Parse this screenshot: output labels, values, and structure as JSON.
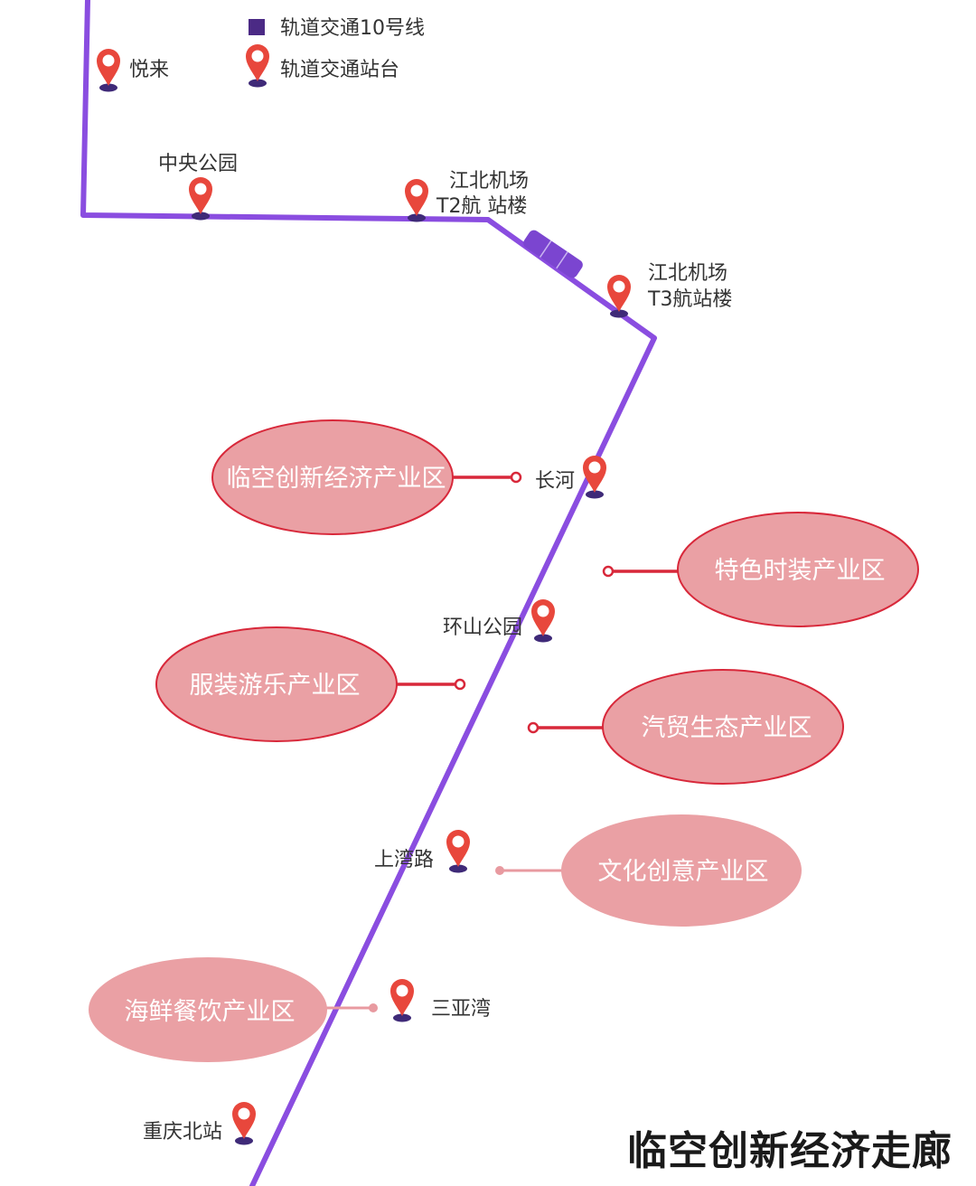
{
  "legend": {
    "line_label": "轨道交通10号线",
    "station_label": "轨道交通站台"
  },
  "title": "临空创新经济走廊",
  "colors": {
    "line": "#8a4de0",
    "legend_square": "#4b2a85",
    "pin": "#e8473c",
    "pin_base": "#3f2a78",
    "zone_fill": "#eaa0a4",
    "zone_border": "#d8283a",
    "connector": "#d8283a",
    "connector_light": "#e89aa0"
  },
  "stations": [
    {
      "id": "yuelai",
      "lines": [
        "悦来"
      ]
    },
    {
      "id": "zhongyang",
      "lines": [
        "中央公园"
      ]
    },
    {
      "id": "t2",
      "lines": [
        "江北机场",
        "T2航 站楼"
      ]
    },
    {
      "id": "t3",
      "lines": [
        "江北机场",
        "T3航站楼"
      ]
    },
    {
      "id": "changhe",
      "lines": [
        "长河"
      ]
    },
    {
      "id": "huanshan",
      "lines": [
        "环山公园"
      ]
    },
    {
      "id": "shangwan",
      "lines": [
        "上湾路"
      ]
    },
    {
      "id": "sanya",
      "lines": [
        "三亚湾"
      ]
    },
    {
      "id": "cqnorth",
      "lines": [
        "重庆北站"
      ]
    }
  ],
  "zones": [
    {
      "id": "linkong",
      "label": "临空创新经济产业区",
      "bordered": true
    },
    {
      "id": "tese",
      "label": "特色时装产业区",
      "bordered": true
    },
    {
      "id": "fuzhuang",
      "label": "服装游乐产业区",
      "bordered": true
    },
    {
      "id": "qimao",
      "label": "汽贸生态产业区",
      "bordered": true
    },
    {
      "id": "wenhua",
      "label": "文化创意产业区",
      "bordered": false
    },
    {
      "id": "haixian",
      "label": "海鲜餐饮产业区",
      "bordered": false
    }
  ]
}
